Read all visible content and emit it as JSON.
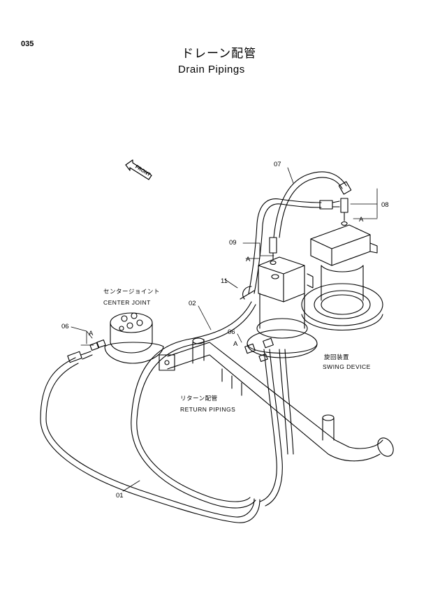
{
  "page_number": "035",
  "title_jp": "ドレーン配管",
  "title_en": "Drain Pipings",
  "front_tag": "FRONT",
  "components": {
    "center_joint_jp": "センタージョイント",
    "center_joint_en": "CENTER JOINT",
    "swing_device_jp": "旋回装置",
    "swing_device_en": "SWING DEVICE",
    "return_pipings_jp": "リターン配管",
    "return_pipings_en": "RETURN PIPINGS"
  },
  "callouts": {
    "p01": "01",
    "p02": "02",
    "p06_left": "06",
    "p06_mid": "06",
    "p07": "07",
    "p08": "08",
    "p09": "09",
    "p11": "11",
    "a_left": "A",
    "a_mid": "A",
    "a_right": "A",
    "a_center": "A"
  }
}
